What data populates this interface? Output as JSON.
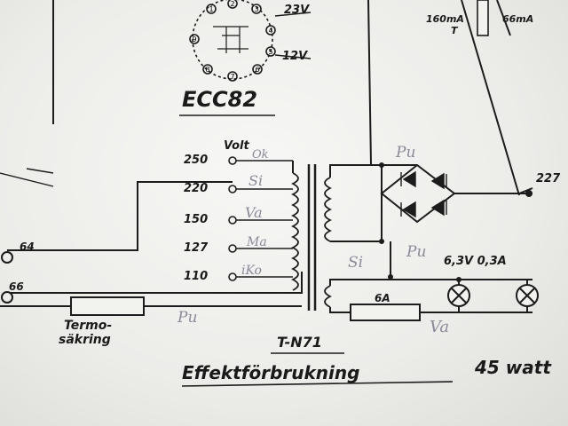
{
  "tube": {
    "name": "ECC82",
    "voltage_top": "23V",
    "voltage_bottom": "12V",
    "pins": [
      "1",
      "2",
      "3",
      "4",
      "5",
      "6",
      "7",
      "8",
      "9"
    ]
  },
  "top_right": {
    "current_left": "160mA",
    "sub_left": "T",
    "current_right": "66mA"
  },
  "transformer": {
    "volt_header": "Volt",
    "taps": [
      "250",
      "220",
      "150",
      "127",
      "110"
    ],
    "handwritten_taps": [
      "Ok",
      "Si",
      "Va",
      "Ma",
      "iKo"
    ],
    "name": "T-N71"
  },
  "terminals": {
    "left_top": "64",
    "left_bottom": "66",
    "right": "227"
  },
  "fuse": {
    "label_line1": "Termo-",
    "label_line2": "säkring",
    "main_fuse": "6A"
  },
  "lamps": {
    "rating": "6,3V 0,3A"
  },
  "handwritten": {
    "pu_rectifier": "Pu",
    "pu_lower": "Pu",
    "si_lower": "Si",
    "pu_fuse": "Pu",
    "va_bottom": "Va"
  },
  "footer": {
    "power_text": "Effektförbrukning",
    "power_value": "45 watt"
  }
}
